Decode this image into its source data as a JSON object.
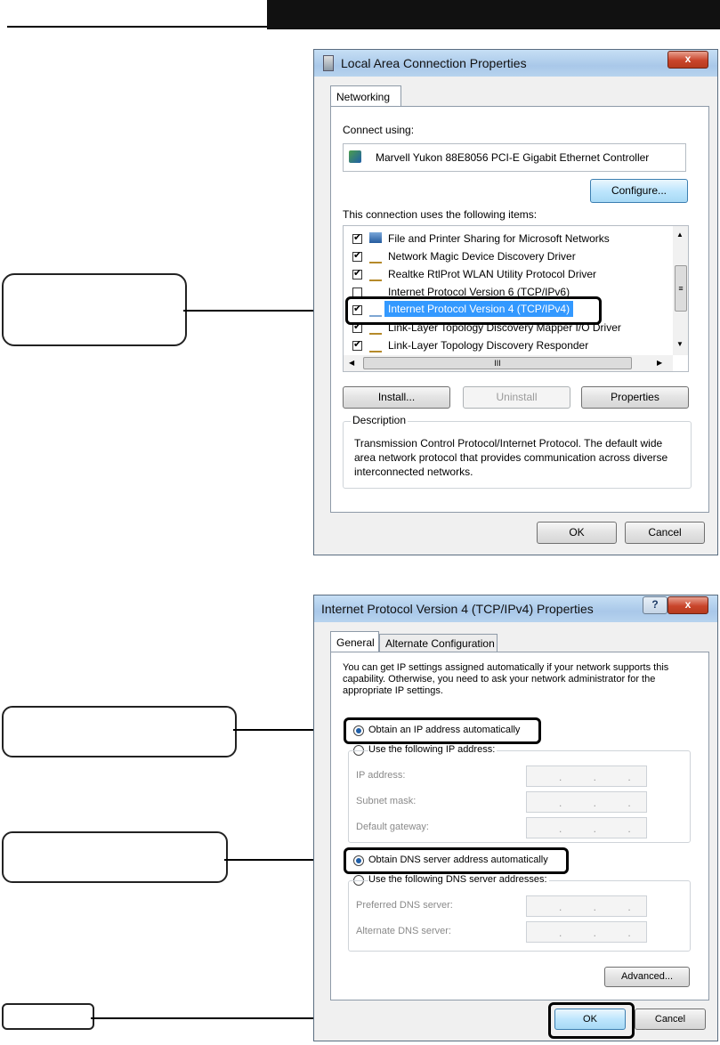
{
  "dialog1": {
    "title": "Local Area Connection Properties",
    "close_label": "x",
    "tab": "Networking",
    "connect_using_label": "Connect using:",
    "adapter": "Marvell Yukon 88E8056 PCI-E Gigabit Ethernet Controller",
    "configure_label": "Configure...",
    "items_label": "This connection uses the following items:",
    "items": [
      {
        "label": "File and Printer Sharing for Microsoft Networks",
        "checked": true
      },
      {
        "label": "Network Magic Device Discovery Driver",
        "checked": true
      },
      {
        "label": "Realtke RtlProt WLAN Utility Protocol Driver",
        "checked": true
      },
      {
        "label": "Internet Protocol Version 6 (TCP/IPv6)",
        "checked": false
      },
      {
        "label": "Internet Protocol Version 4 (TCP/IPv4)",
        "checked": true,
        "selected": true
      },
      {
        "label": "Link-Layer Topology Discovery Mapper I/O Driver",
        "checked": true
      },
      {
        "label": "Link-Layer Topology Discovery Responder",
        "checked": true
      }
    ],
    "hscroll_grip": "III",
    "vscroll_grip": "≡",
    "install_label": "Install...",
    "uninstall_label": "Uninstall",
    "properties_label": "Properties",
    "description_label": "Description",
    "description_text": "Transmission Control Protocol/Internet Protocol. The default wide area network protocol that provides communication across diverse interconnected networks.",
    "ok_label": "OK",
    "cancel_label": "Cancel"
  },
  "dialog2": {
    "title": "Internet Protocol Version 4 (TCP/IPv4) Properties",
    "help_label": "?",
    "close_label": "x",
    "tabs": [
      "General",
      "Alternate Configuration"
    ],
    "intro": "You can get IP settings assigned automatically if your network supports this capability. Otherwise, you need to ask your network administrator for the appropriate IP settings.",
    "obtain_ip_label": "Obtain an IP address automatically",
    "use_ip_label": "Use the following IP address:",
    "ip_address_label": "IP address:",
    "subnet_label": "Subnet mask:",
    "gateway_label": "Default gateway:",
    "obtain_dns_label": "Obtain DNS server address automatically",
    "use_dns_label": "Use the following DNS server addresses:",
    "preferred_dns_label": "Preferred DNS server:",
    "alternate_dns_label": "Alternate DNS server:",
    "ip_placeholder_dots": ". . .",
    "advanced_label": "Advanced...",
    "ok_label": "OK",
    "cancel_label": "Cancel"
  },
  "icons": [
    "network-adapter-icon",
    "file-printer-sharing-icon",
    "protocol-icon",
    "radio-selected",
    "checkbox-checked"
  ]
}
